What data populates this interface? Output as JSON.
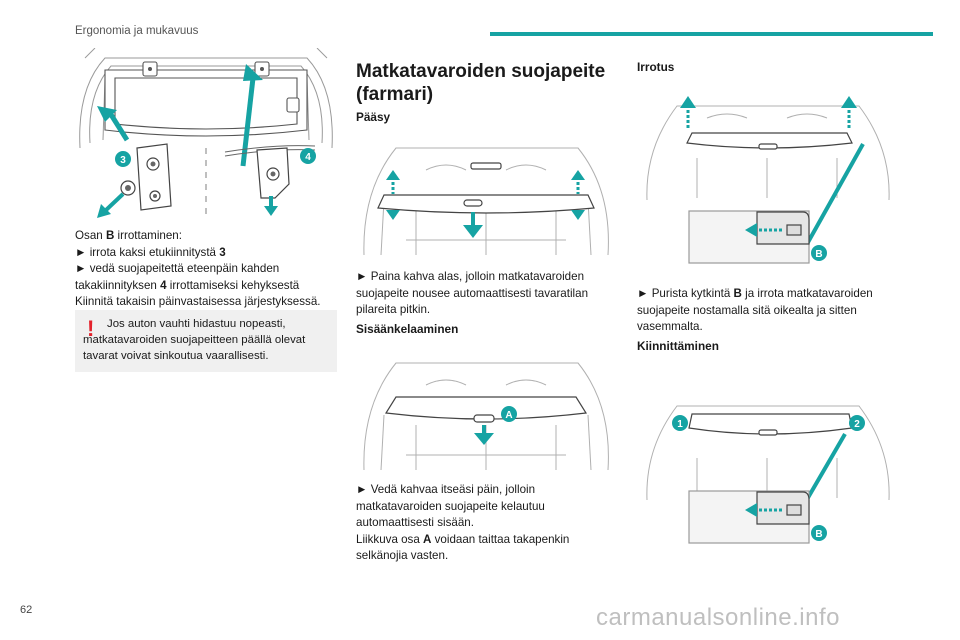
{
  "header": {
    "section_title": "Ergonomia ja mukavuus",
    "accent_color": "#16a3a3"
  },
  "page_number": "62",
  "watermark": "carmanualsonline.info",
  "left_column": {
    "figure_callouts": [
      "3",
      "4"
    ],
    "removal_intro": {
      "pre": "Osan ",
      "bold": "B",
      "post": " irrottaminen:"
    },
    "step1": {
      "pre": "► irrota kaksi etukiinnitystä ",
      "bold": "3"
    },
    "step2_line1": "► vedä suojapeitettä eteenpäin kahden",
    "step2_line2": {
      "pre": "takakiinnityksen ",
      "bold": "4",
      "post": " irrottamiseksi kehyksestä"
    },
    "reattach": "Kiinnitä takaisin päinvastaisessa järjestyksessä.",
    "warning_icon": "exclamation-icon",
    "warning_text": "Jos auton vauhti hidastuu nopeasti, matkatavaroiden suojapeitteen päällä olevat tavarat voivat sinkoutua vaarallisesti."
  },
  "middle_column": {
    "title_line1": "Matkatavaroiden suojapeite",
    "title_line2": "(farmari)",
    "access_heading": "Pääsy",
    "access_text": "► Paina kahva alas, jolloin matkatavaroiden suojapeite nousee automaattisesti tavaratilan pilareita pitkin.",
    "retract_heading": "Sisäänkelaaminen",
    "retract_callout": "A",
    "retract_text": "► Vedä kahvaa itseäsi päin, jolloin matkatavaroiden suojapeite kelautuu automaattisesti sisään.",
    "movable_part": {
      "pre": "Liikkuva osa ",
      "bold": "A",
      "post": " voidaan taittaa takapenkin selkänojia vasten."
    }
  },
  "right_column": {
    "removal_heading": "Irrotus",
    "removal_callout": "B",
    "removal_text": {
      "pre": "► Purista kytkintä ",
      "bold": "B",
      "post": " ja irrota matkatavaroiden suojapeite nostamalla sitä oikealta ja sitten vasemmalta."
    },
    "install_heading": "Kiinnittäminen",
    "install_callouts": [
      "1",
      "2",
      "B"
    ]
  }
}
